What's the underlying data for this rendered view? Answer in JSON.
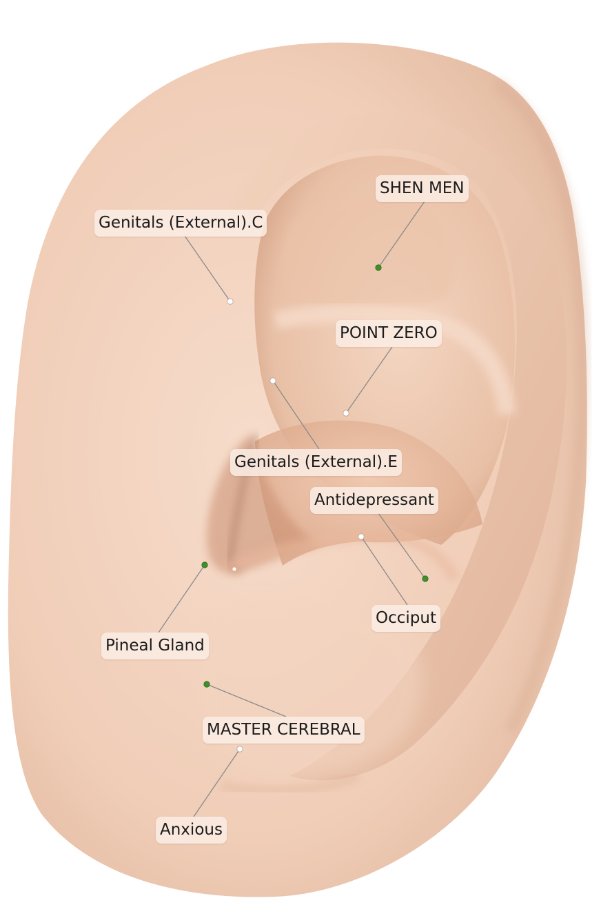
{
  "diagram": {
    "colors": {
      "skin": "#f2d2bd",
      "skin_shadow": "#d9a98c",
      "green_point": "#3f8f2a",
      "white_point": "#ffffff",
      "leader_line": "#8a8a8a"
    },
    "points": [
      {
        "id": "shen-men",
        "label": "SHEN MEN",
        "color": "green"
      },
      {
        "id": "genitals-external-c",
        "label": "Genitals (External).C",
        "color": "white"
      },
      {
        "id": "point-zero",
        "label": "POINT ZERO",
        "color": "white"
      },
      {
        "id": "genitals-external-e",
        "label": "Genitals (External).E",
        "color": "white"
      },
      {
        "id": "antidepressant",
        "label": "Antidepressant",
        "color": "green"
      },
      {
        "id": "occiput",
        "label": "Occiput",
        "color": "white"
      },
      {
        "id": "pineal-gland",
        "label": "Pineal Gland",
        "color": "green"
      },
      {
        "id": "master-cerebral",
        "label": "MASTER CEREBRAL",
        "color": "green"
      },
      {
        "id": "anxious",
        "label": "Anxious",
        "color": "white"
      }
    ]
  }
}
